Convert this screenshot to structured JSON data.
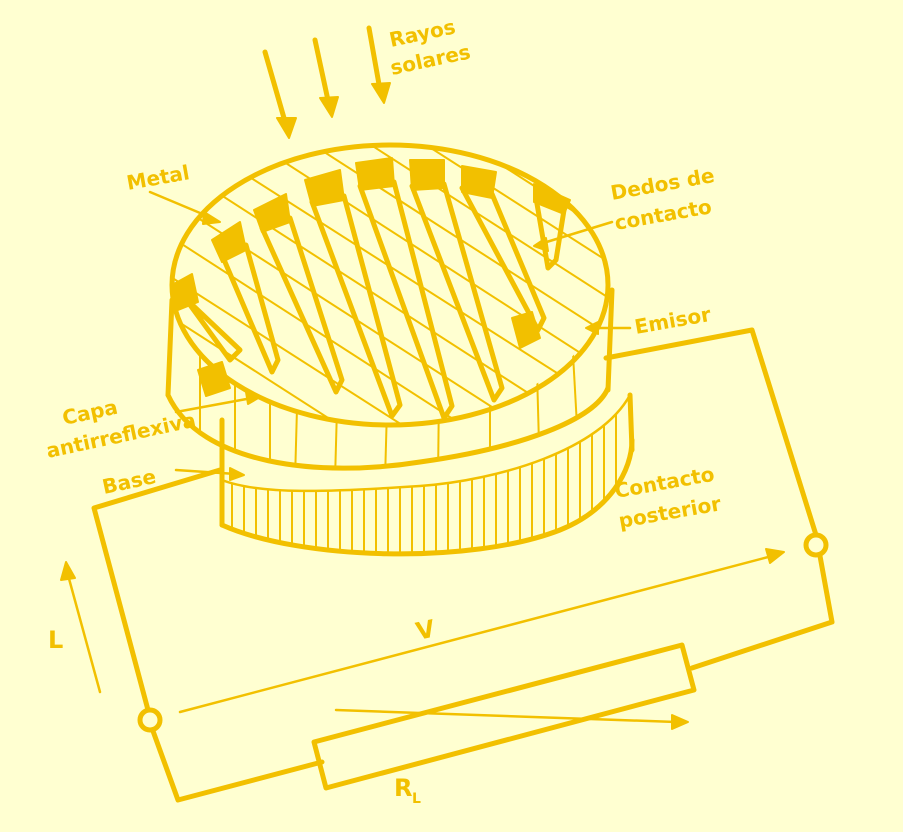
{
  "labels": {
    "rays_line1": "Rayos",
    "rays_line2": "solares",
    "metal": "Metal",
    "fingers_line1": "Dedos de",
    "fingers_line2": "contacto",
    "emitter": "Emisor",
    "coating_line1": "Capa",
    "coating_line2": "antirreflexiva",
    "base": "Base",
    "back_contact_line1": "Contacto",
    "back_contact_line2": "posterior",
    "current": "L",
    "voltage": "V",
    "load_resistor": "R",
    "load_resistor_sub": "L"
  },
  "colors": {
    "background": "#ffffd1",
    "ink": "#f2c000"
  }
}
